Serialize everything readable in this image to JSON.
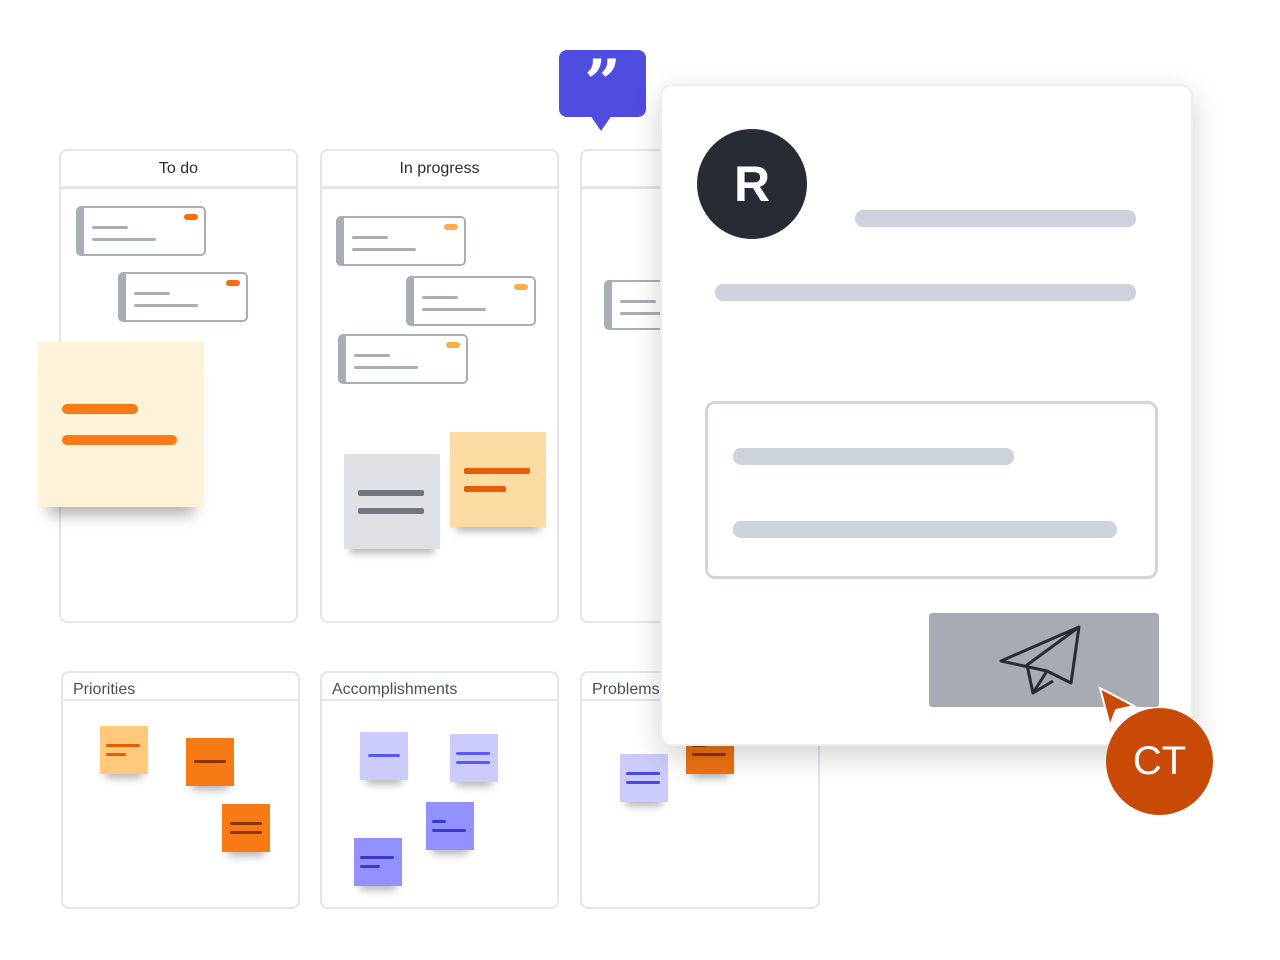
{
  "columns": [
    {
      "title": "To do"
    },
    {
      "title": "In progress"
    },
    {
      "title": ""
    }
  ],
  "boards": [
    {
      "title": "Priorities"
    },
    {
      "title": "Accomplishments"
    },
    {
      "title": "Problems"
    }
  ],
  "panel": {
    "avatar_initial": "R",
    "send_icon": "paper-plane-icon"
  },
  "cursor_user": {
    "initials": "CT"
  },
  "quote_icon": "quote-icon",
  "colors": {
    "quote": "#4f4ce0",
    "avatar_dark": "#272b33",
    "cursor_user": "#c94a06",
    "orange": "#f77a14",
    "lilac": "#cccbfd",
    "violet": "#9391fd"
  }
}
